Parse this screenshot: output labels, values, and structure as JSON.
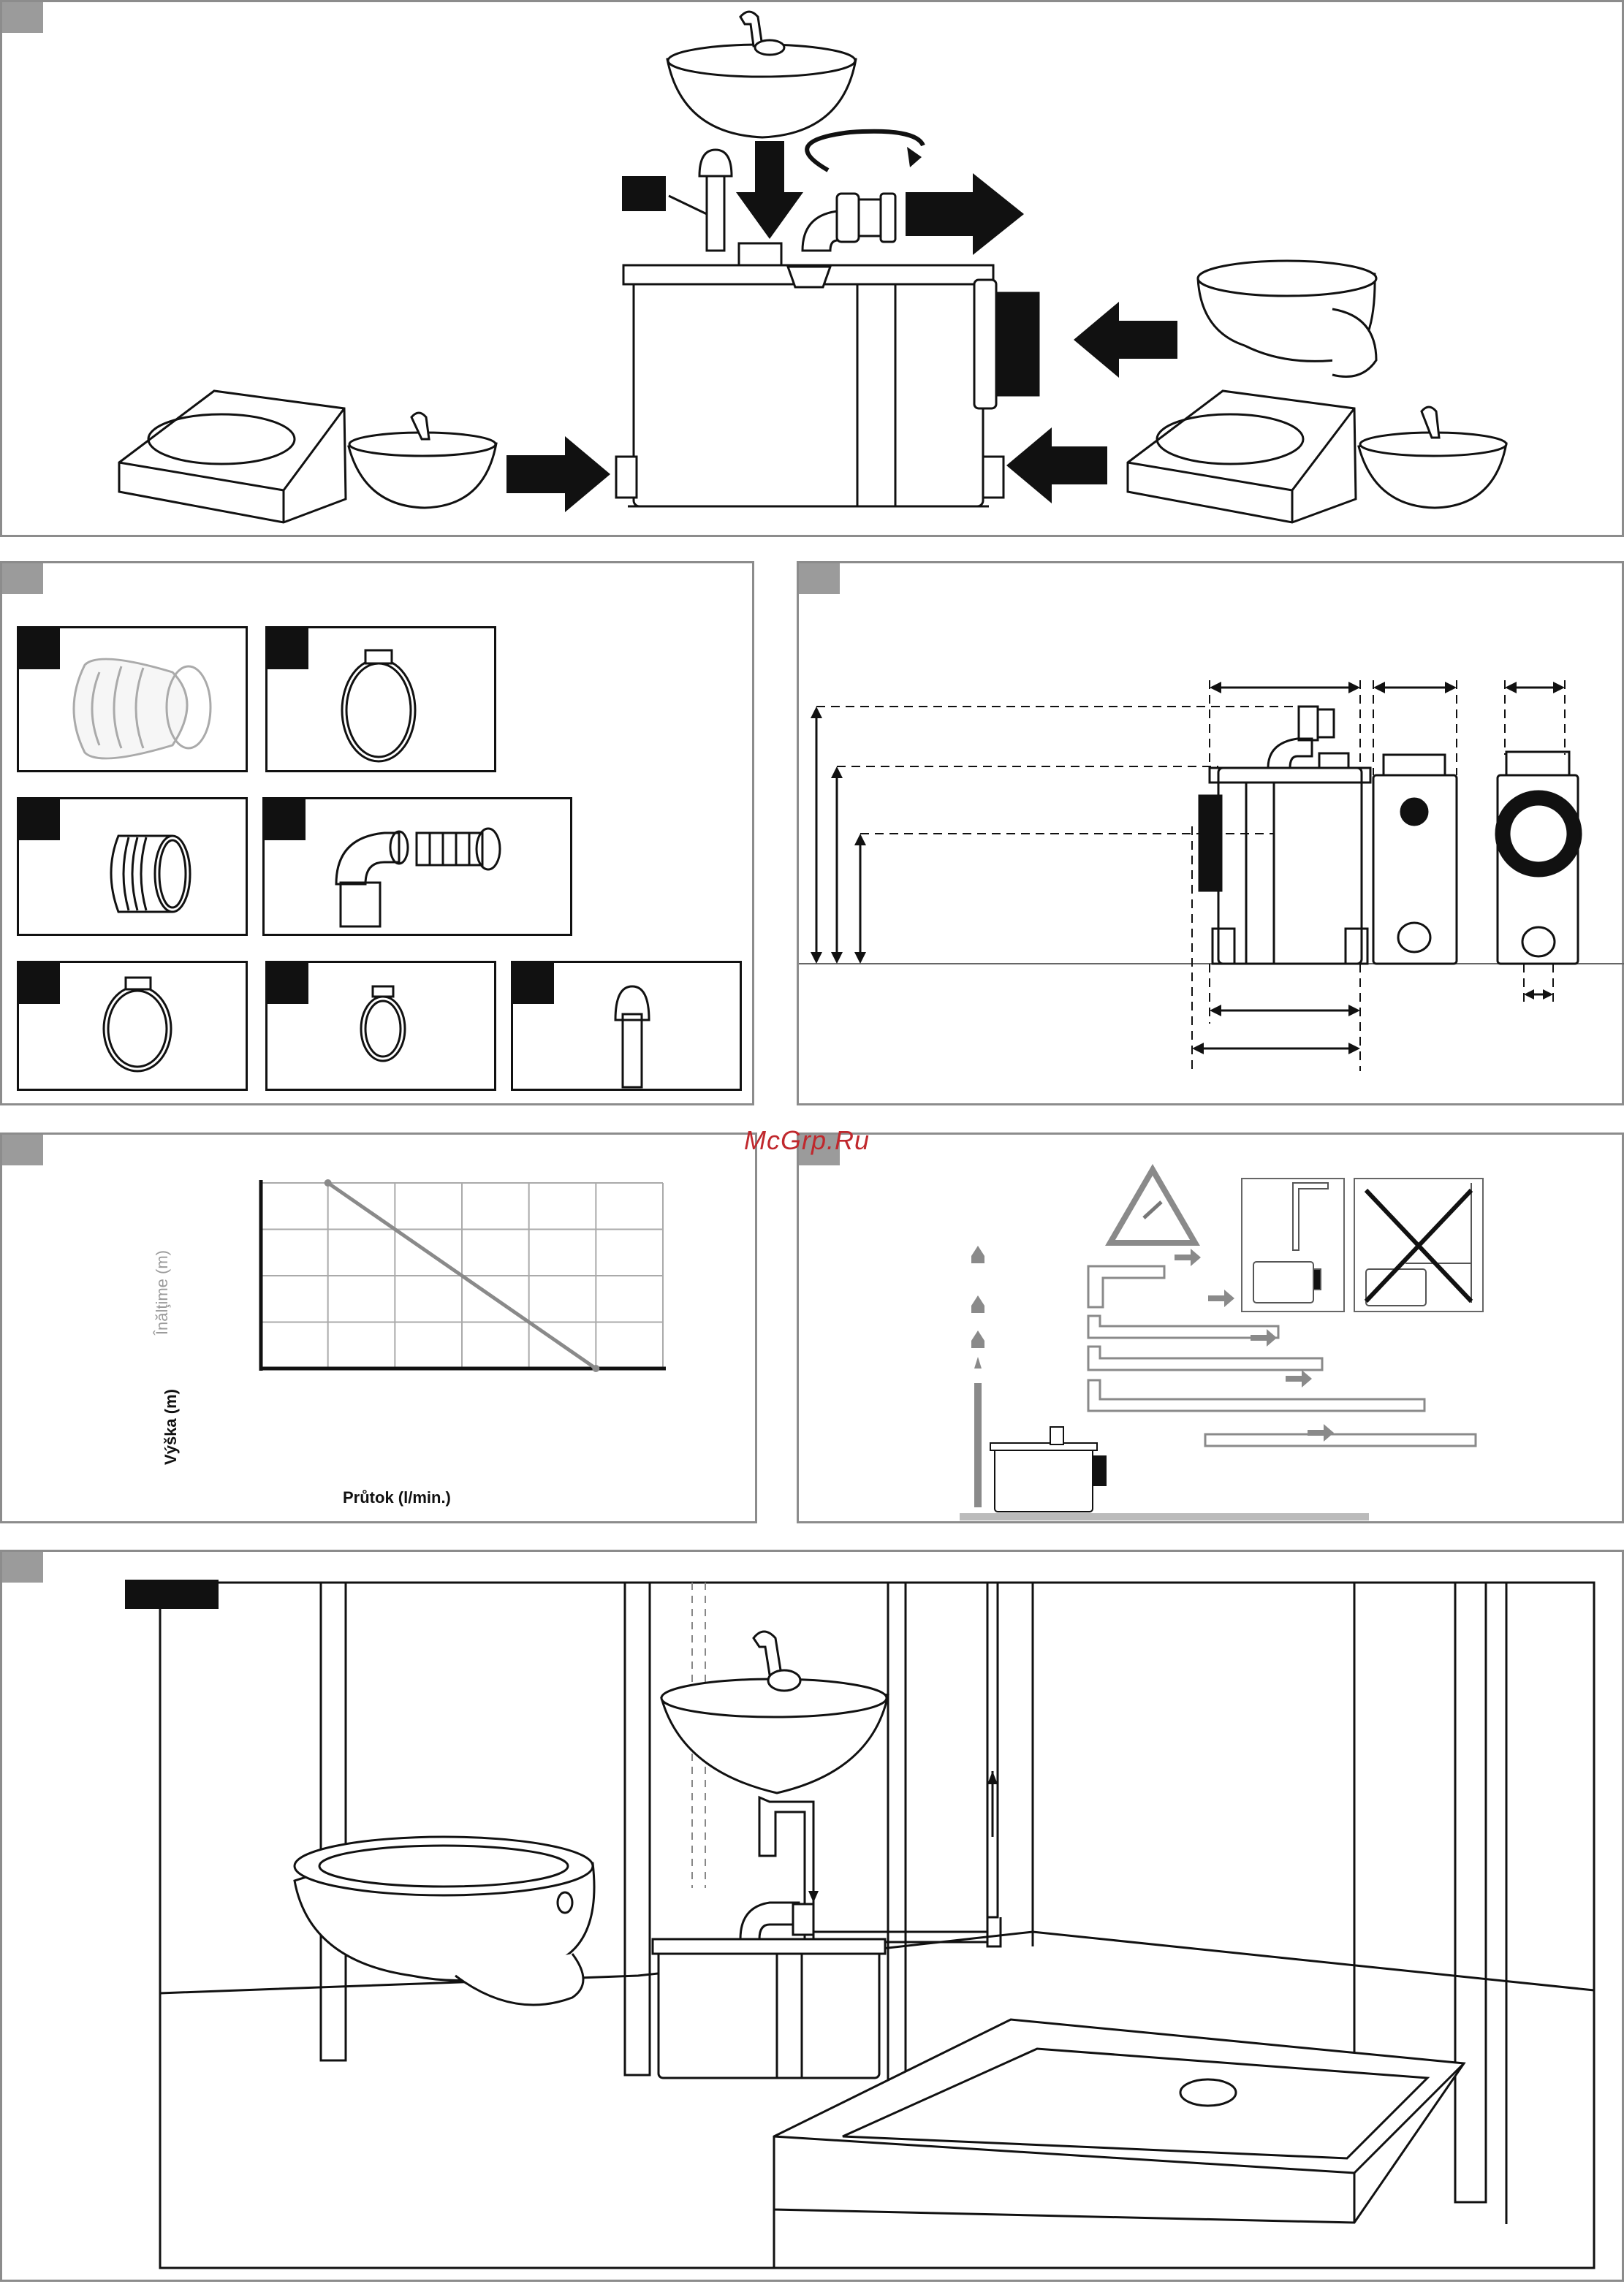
{
  "watermark": "McGrp.Ru",
  "chart_panel": {
    "ylabel_top": "Înălţime (m)",
    "ylabel_bottom": "Výška (m)",
    "xlabel": "Průtok (l/min.)"
  },
  "chart_data": {
    "type": "line",
    "title": "",
    "xlabel": "Průtok (l/min.)",
    "ylabel": "Výška (m)",
    "grid": true,
    "cols": 6,
    "rows": 4,
    "series": [
      {
        "points": [
          [
            1,
            4
          ],
          [
            5,
            0
          ]
        ]
      }
    ]
  },
  "colors": {
    "panel_border": "#8c8c8c",
    "tab": "#9b9b9b",
    "ink": "#111111",
    "watermark": "#c0282d",
    "gray_arrow": "#8a8a8a"
  }
}
